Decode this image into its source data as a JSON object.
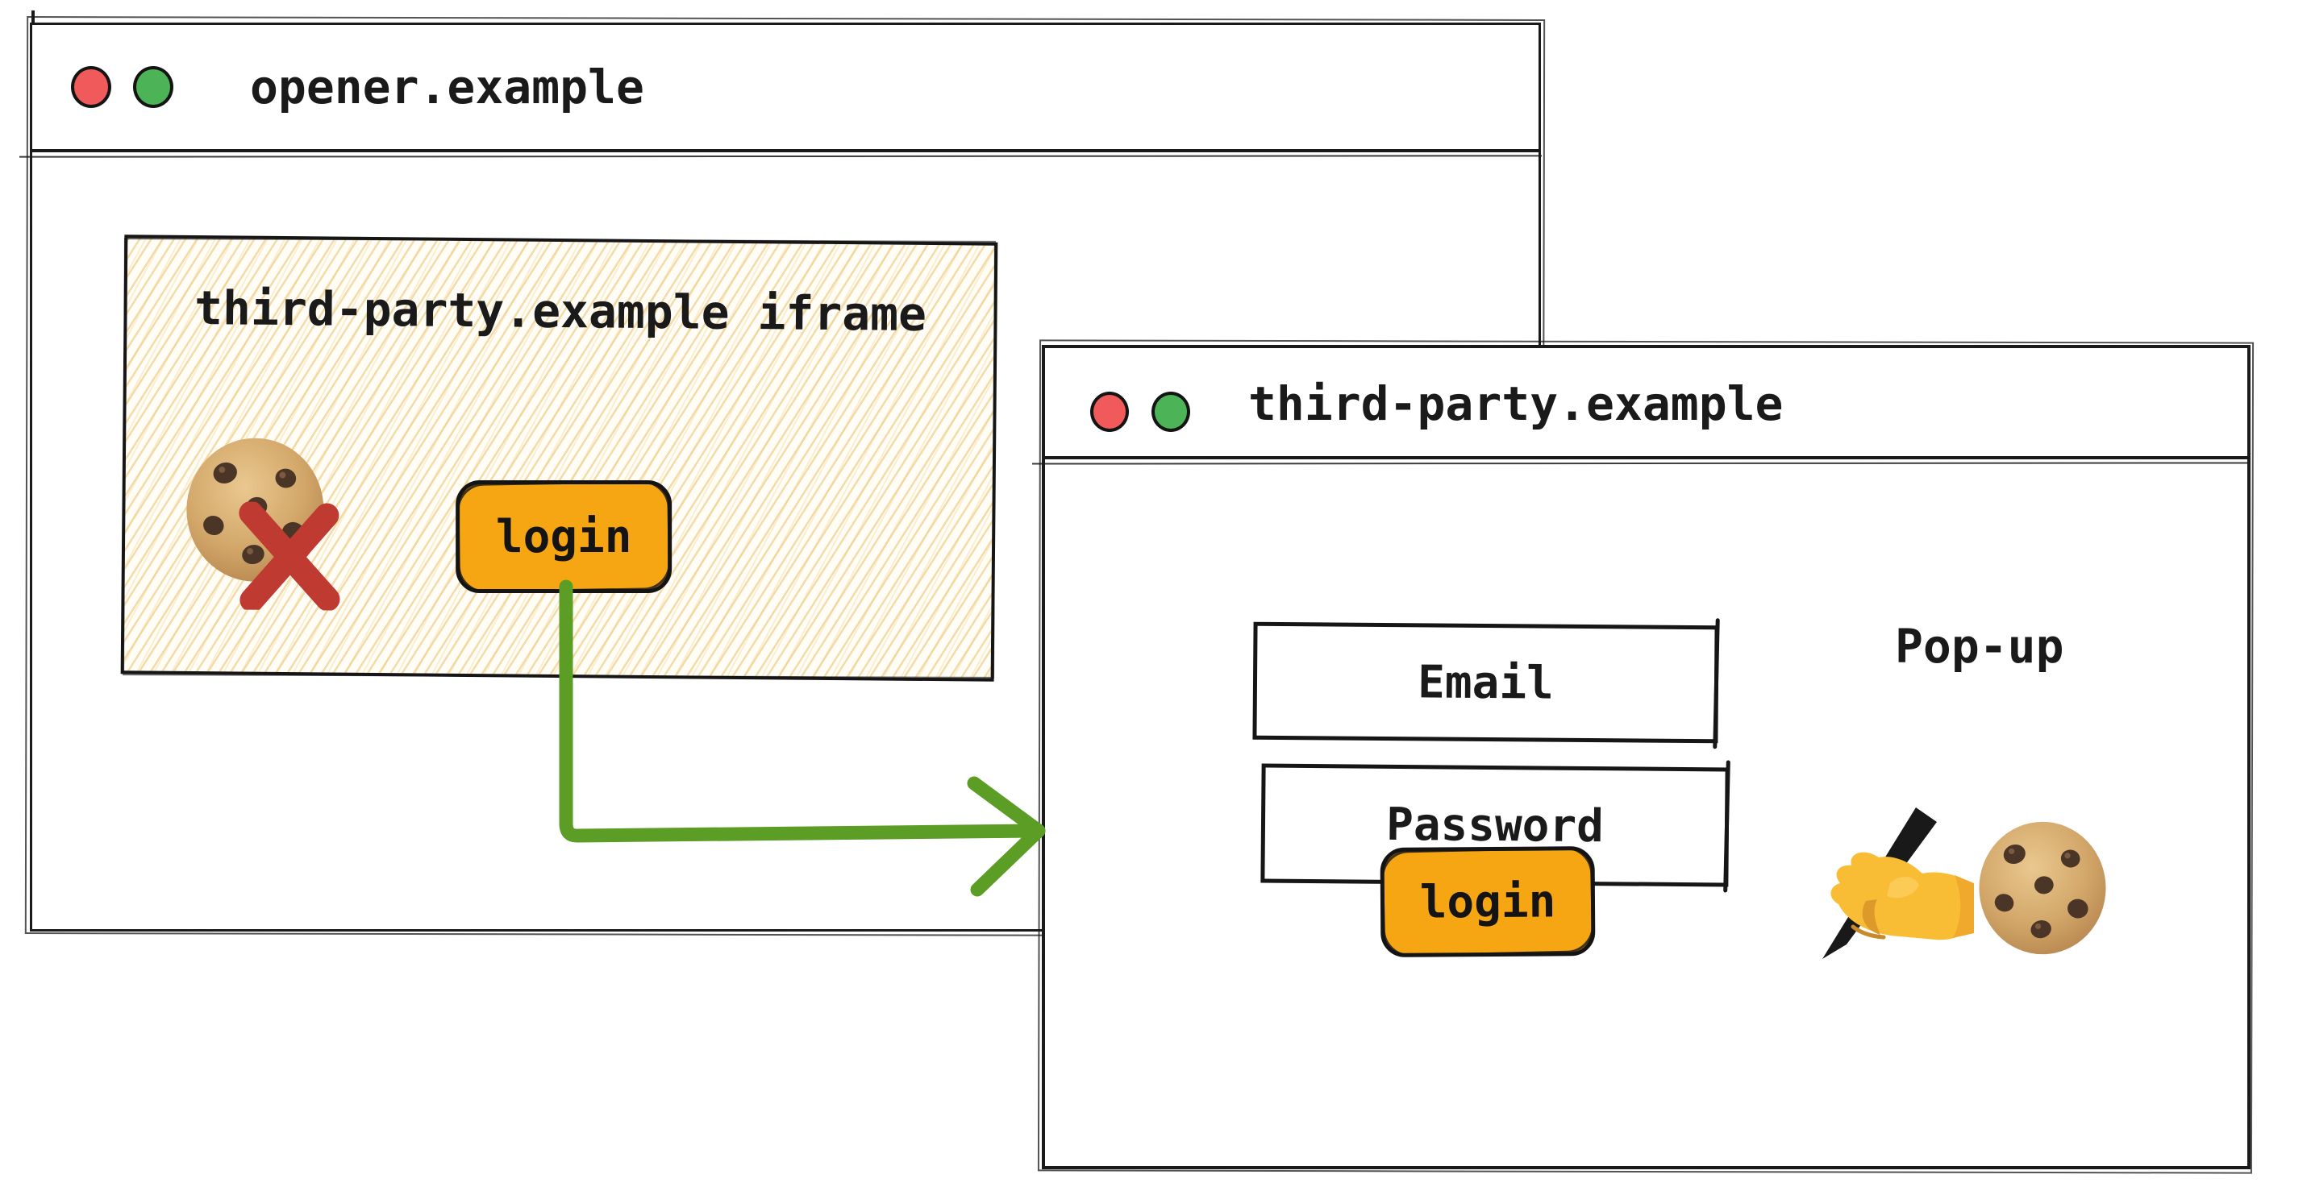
{
  "opener_window": {
    "title": "opener.example",
    "traffic_lights": [
      "red",
      "green"
    ],
    "iframe": {
      "label": "third-party.example iframe",
      "login_button_label": "login",
      "icons": [
        "cookie-icon",
        "cross-mark-icon"
      ]
    }
  },
  "popup_window": {
    "title": "third-party.example",
    "traffic_lights": [
      "red",
      "green"
    ],
    "annotation": "Pop-up",
    "fields": [
      {
        "label": "Email"
      },
      {
        "label": "Password"
      }
    ],
    "login_button_label": "login",
    "icons": [
      "writing-hand-icon",
      "cookie-icon"
    ]
  },
  "arrow": {
    "color": "#5b9d25"
  },
  "colors": {
    "ink": "#1a1a1a",
    "paper": "#fffdf6",
    "hatch_line": "#ebc16c",
    "button_orange": "#f6a513",
    "arrow_green": "#5b9d25",
    "cross_red": "#bf3a31",
    "traffic_red": "#f15a5a",
    "traffic_green": "#4cb457"
  }
}
